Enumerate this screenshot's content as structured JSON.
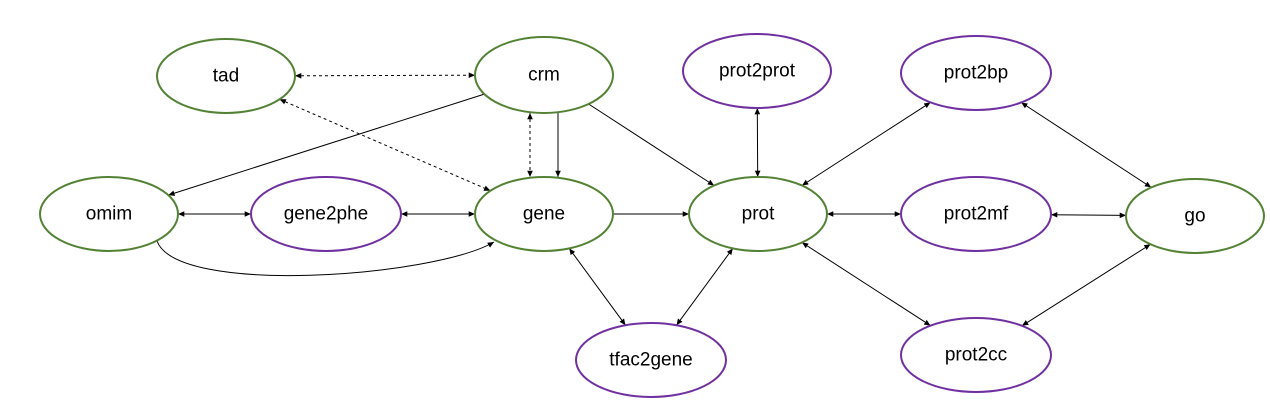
{
  "colors": {
    "green": "#548235",
    "purple": "#7030A0",
    "edge": "#000000"
  },
  "nodes": [
    {
      "id": "tad",
      "label": "tad",
      "color": "green"
    },
    {
      "id": "crm",
      "label": "crm",
      "color": "green"
    },
    {
      "id": "prot2prot",
      "label": "prot2prot",
      "color": "purple"
    },
    {
      "id": "prot2bp",
      "label": "prot2bp",
      "color": "purple"
    },
    {
      "id": "omim",
      "label": "omim",
      "color": "green"
    },
    {
      "id": "gene2phe",
      "label": "gene2phe",
      "color": "purple"
    },
    {
      "id": "gene",
      "label": "gene",
      "color": "green"
    },
    {
      "id": "prot",
      "label": "prot",
      "color": "green"
    },
    {
      "id": "prot2mf",
      "label": "prot2mf",
      "color": "purple"
    },
    {
      "id": "go",
      "label": "go",
      "color": "green"
    },
    {
      "id": "tfac2gene",
      "label": "tfac2gene",
      "color": "purple"
    },
    {
      "id": "prot2cc",
      "label": "prot2cc",
      "color": "purple"
    }
  ],
  "edges": [
    {
      "from": "tad",
      "to": "crm",
      "style": "dashed",
      "arrows": "both"
    },
    {
      "from": "tad",
      "to": "gene",
      "style": "dashed",
      "arrows": "both"
    },
    {
      "from": "crm",
      "to": "gene",
      "style": "dashed",
      "arrows": "both"
    },
    {
      "from": "crm",
      "to": "gene",
      "style": "solid",
      "arrows": "end"
    },
    {
      "from": "crm",
      "to": "omim",
      "style": "solid",
      "arrows": "end"
    },
    {
      "from": "crm",
      "to": "prot",
      "style": "solid",
      "arrows": "end"
    },
    {
      "from": "omim",
      "to": "gene2phe",
      "style": "solid",
      "arrows": "both"
    },
    {
      "from": "gene2phe",
      "to": "gene",
      "style": "solid",
      "arrows": "both"
    },
    {
      "from": "omim",
      "to": "gene",
      "style": "solid",
      "arrows": "end",
      "curved": true
    },
    {
      "from": "gene",
      "to": "prot",
      "style": "solid",
      "arrows": "end"
    },
    {
      "from": "gene",
      "to": "tfac2gene",
      "style": "solid",
      "arrows": "both"
    },
    {
      "from": "tfac2gene",
      "to": "prot",
      "style": "solid",
      "arrows": "both"
    },
    {
      "from": "prot2prot",
      "to": "prot",
      "style": "solid",
      "arrows": "both"
    },
    {
      "from": "prot",
      "to": "prot2bp",
      "style": "solid",
      "arrows": "both"
    },
    {
      "from": "prot",
      "to": "prot2mf",
      "style": "solid",
      "arrows": "both"
    },
    {
      "from": "prot",
      "to": "prot2cc",
      "style": "solid",
      "arrows": "both"
    },
    {
      "from": "prot2bp",
      "to": "go",
      "style": "solid",
      "arrows": "both"
    },
    {
      "from": "prot2mf",
      "to": "go",
      "style": "solid",
      "arrows": "both"
    },
    {
      "from": "prot2cc",
      "to": "go",
      "style": "solid",
      "arrows": "both"
    }
  ]
}
